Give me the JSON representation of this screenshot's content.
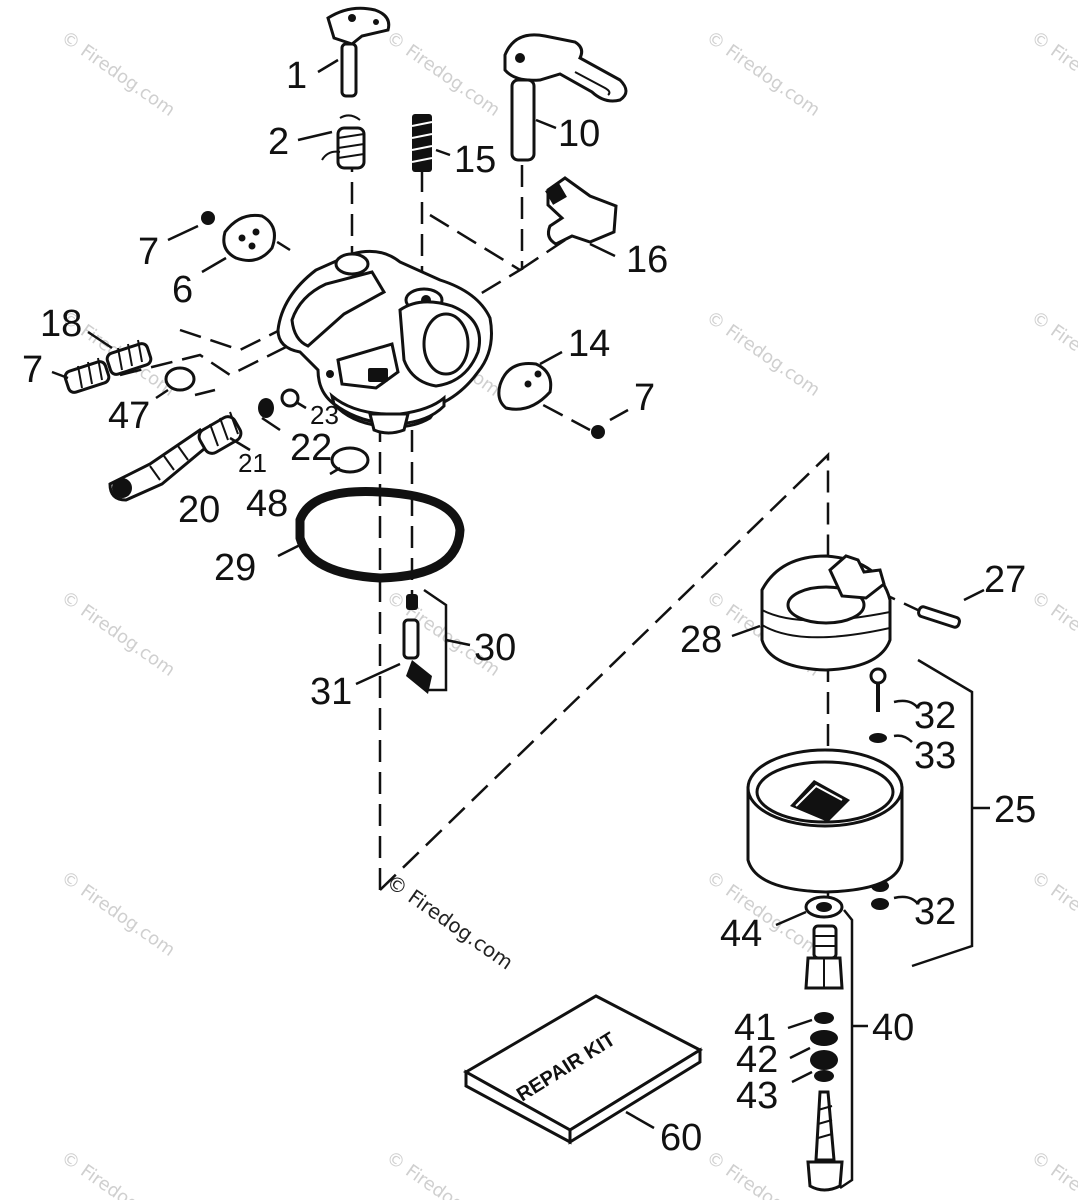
{
  "watermark": {
    "text": "© Firedog.com",
    "featured_text": "© Firedog.com"
  },
  "callouts": {
    "p1": "1",
    "p2": "2",
    "p6": "6",
    "p7_top": "7",
    "p7_left": "7",
    "p7_right": "7",
    "p10": "10",
    "p14": "14",
    "p15": "15",
    "p16": "16",
    "p18": "18",
    "p20": "20",
    "p21": "21",
    "p22": "22",
    "p23": "23",
    "p25": "25",
    "p27": "27",
    "p28": "28",
    "p29": "29",
    "p30": "30",
    "p31": "31",
    "p32_top": "32",
    "p32_bottom": "32",
    "p33": "33",
    "p40": "40",
    "p41": "41",
    "p42": "42",
    "p43": "43",
    "p44": "44",
    "p47": "47",
    "p48": "48",
    "p60": "60"
  },
  "repair_kit": {
    "label": "REPAIR KIT"
  }
}
